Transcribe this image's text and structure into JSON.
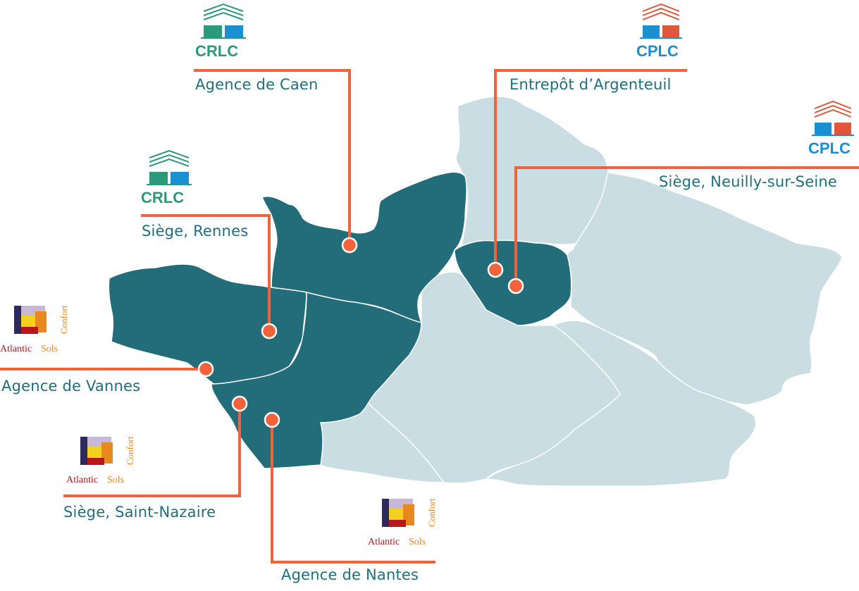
{
  "colors": {
    "region_dark": "#236d7b",
    "region_light": "#c9dde2",
    "connector": "#f2633c",
    "label_text": "#1f6f7c",
    "crlc_brand": "#2a9a7a",
    "cplc_brand": "#1a8fd1",
    "as_red": "#b8161c",
    "as_orange": "#e8891f"
  },
  "brands": {
    "crlc": "CRLC",
    "cplc": "CPLC",
    "atlantic": "Atlantic",
    "sols": "Sols",
    "confort": "Confort"
  },
  "locations": [
    {
      "label": "Agence de Caen",
      "brand": "crlc",
      "icon": "crlc-logo-icon"
    },
    {
      "label": "Entrepôt d’Argenteuil",
      "brand": "cplc",
      "icon": "cplc-logo-icon"
    },
    {
      "label": "Siège, Neuilly-sur-Seine",
      "brand": "cplc",
      "icon": "cplc-logo-icon"
    },
    {
      "label": "Siège, Rennes",
      "brand": "crlc",
      "icon": "crlc-logo-icon"
    },
    {
      "label": "Agence de Vannes",
      "brand": "atlantic-sols-confort",
      "icon": "atlantic-sols-confort-logo-icon"
    },
    {
      "label": "Siège, Saint-Nazaire",
      "brand": "atlantic-sols-confort",
      "icon": "atlantic-sols-confort-logo-icon"
    },
    {
      "label": "Agence de Nantes",
      "brand": "atlantic-sols-confort",
      "icon": "atlantic-sols-confort-logo-icon"
    }
  ]
}
